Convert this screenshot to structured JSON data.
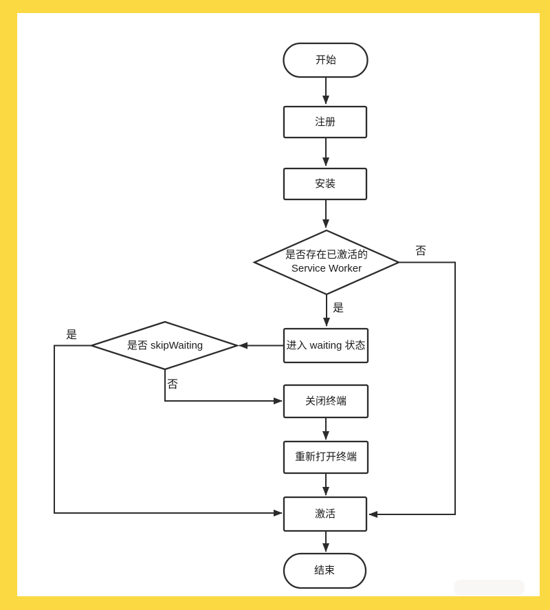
{
  "colors": {
    "frame_yellow": "#FBD943",
    "canvas_white": "#FFFFFF",
    "line_color": "#2B2B2B",
    "text_color": "#1A1A1A"
  },
  "flowchart": {
    "nodes": [
      {
        "id": "start",
        "type": "terminal",
        "label": "开始"
      },
      {
        "id": "register",
        "type": "process",
        "label": "注册"
      },
      {
        "id": "install",
        "type": "process",
        "label": "安装"
      },
      {
        "id": "check-activated",
        "type": "decision",
        "label": "是否存在已激活的 Service Worker",
        "label_line1": "是否存在已激活的",
        "label_line2": "Service Worker"
      },
      {
        "id": "enter-waiting",
        "type": "process",
        "label": "进入 waiting 状态"
      },
      {
        "id": "skip-waiting",
        "type": "decision",
        "label": "是否 skipWaiting"
      },
      {
        "id": "close-terminal",
        "type": "process",
        "label": "关闭终端"
      },
      {
        "id": "reopen-terminal",
        "type": "process",
        "label": "重新打开终端"
      },
      {
        "id": "activate",
        "type": "process",
        "label": "激活"
      },
      {
        "id": "end",
        "type": "terminal",
        "label": "结束"
      }
    ],
    "edge_labels": [
      {
        "id": "check-activated-yes",
        "label": "是"
      },
      {
        "id": "check-activated-no",
        "label": "否"
      },
      {
        "id": "skip-waiting-yes",
        "label": "是"
      },
      {
        "id": "skip-waiting-no",
        "label": "否"
      }
    ],
    "edges": [
      {
        "from": "start",
        "to": "register"
      },
      {
        "from": "register",
        "to": "install"
      },
      {
        "from": "install",
        "to": "check-activated"
      },
      {
        "from": "check-activated",
        "to": "enter-waiting",
        "label": "是"
      },
      {
        "from": "check-activated",
        "to": "activate",
        "label": "否"
      },
      {
        "from": "enter-waiting",
        "to": "skip-waiting"
      },
      {
        "from": "skip-waiting",
        "to": "activate",
        "label": "是"
      },
      {
        "from": "skip-waiting",
        "to": "close-terminal",
        "label": "否"
      },
      {
        "from": "close-terminal",
        "to": "reopen-terminal"
      },
      {
        "from": "reopen-terminal",
        "to": "activate"
      },
      {
        "from": "activate",
        "to": "end"
      }
    ]
  }
}
